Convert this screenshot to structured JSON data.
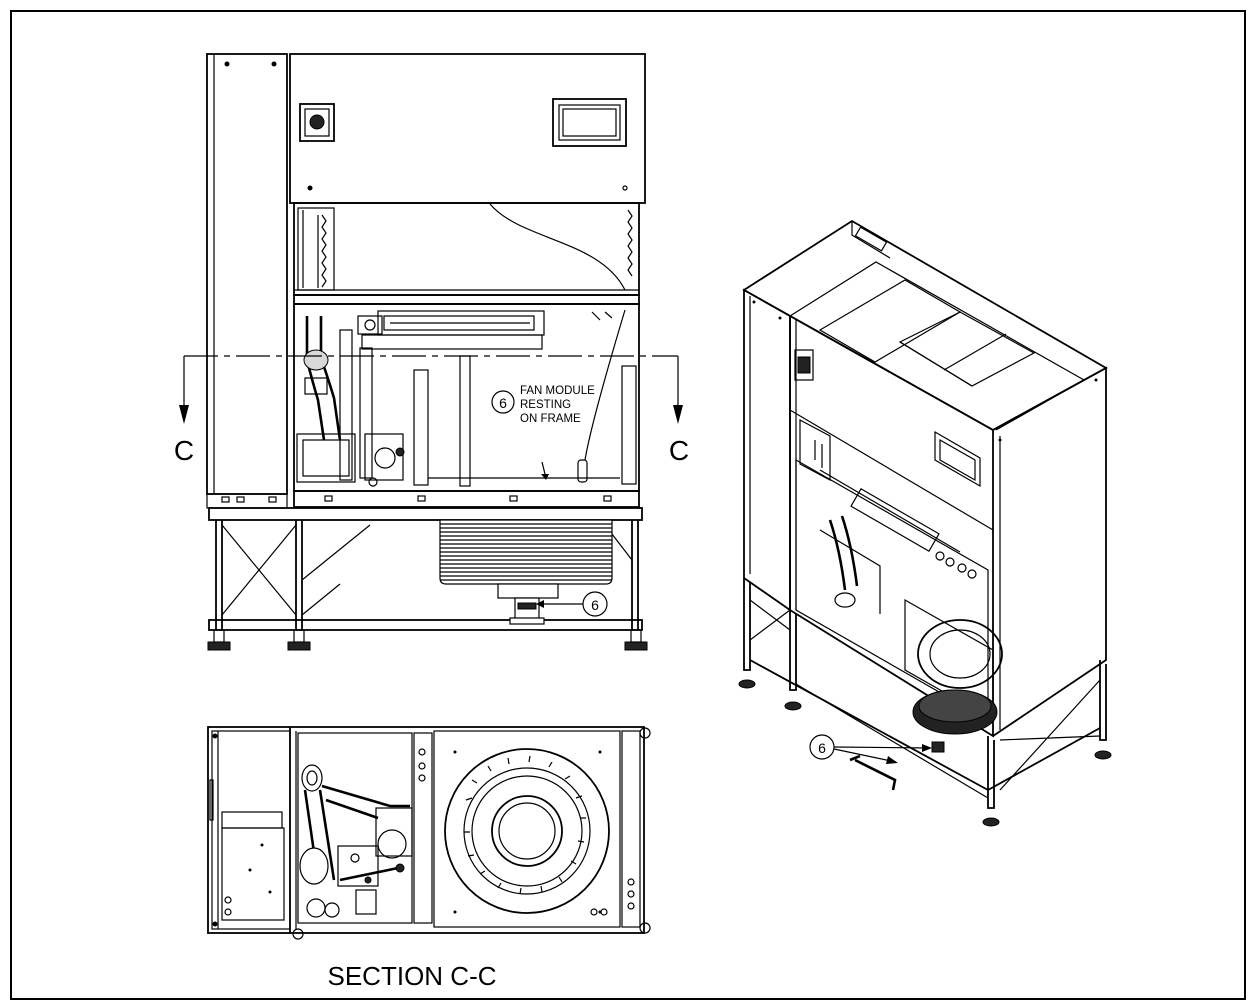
{
  "section_marker_left": "C",
  "section_marker_right": "C",
  "front_callout": {
    "number": "6",
    "text_line1": "FAN MODULE",
    "text_line2": "RESTING",
    "text_line3": "ON FRAME"
  },
  "front_lower_callout": "6",
  "iso_callout": "6",
  "section_title": "SECTION C-C"
}
